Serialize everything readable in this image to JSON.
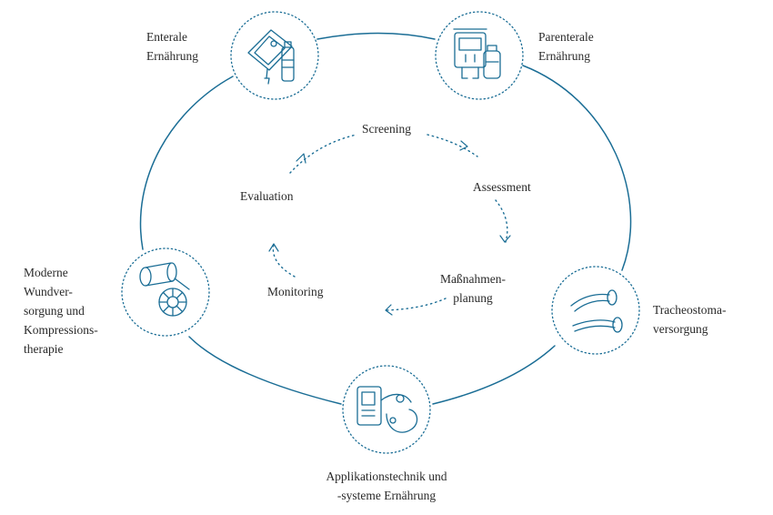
{
  "colors": {
    "primary": "#1a6d95",
    "text": "#2a2a2a"
  },
  "outer_nodes": {
    "enteral": {
      "lines": [
        "Enterale",
        "Ernährung"
      ],
      "icon": "feeding-bag-bottle-icon"
    },
    "parenteral": {
      "lines": [
        "Parenterale",
        "Ernährung"
      ],
      "icon": "infusion-bag-icon"
    },
    "tracheostoma": {
      "lines": [
        "Tracheostoma-",
        "versorgung"
      ],
      "icon": "tracheostomy-tube-icon"
    },
    "application": {
      "lines": [
        "Applikationstechnik und",
        "-systeme Ernährung"
      ],
      "icon": "feeding-pump-icon"
    },
    "wound": {
      "lines": [
        "Moderne",
        "Wundver-",
        "sorgung und",
        "Kompressions-",
        "therapie"
      ],
      "icon": "bandage-roll-icon"
    }
  },
  "inner_cycle": {
    "screening": {
      "lines": [
        "Screening"
      ]
    },
    "assessment": {
      "lines": [
        "Assessment"
      ]
    },
    "planning": {
      "lines": [
        "Maßnahmen-",
        "planung"
      ]
    },
    "monitoring": {
      "lines": [
        "Monitoring"
      ]
    },
    "evaluation": {
      "lines": [
        "Evaluation"
      ]
    }
  }
}
